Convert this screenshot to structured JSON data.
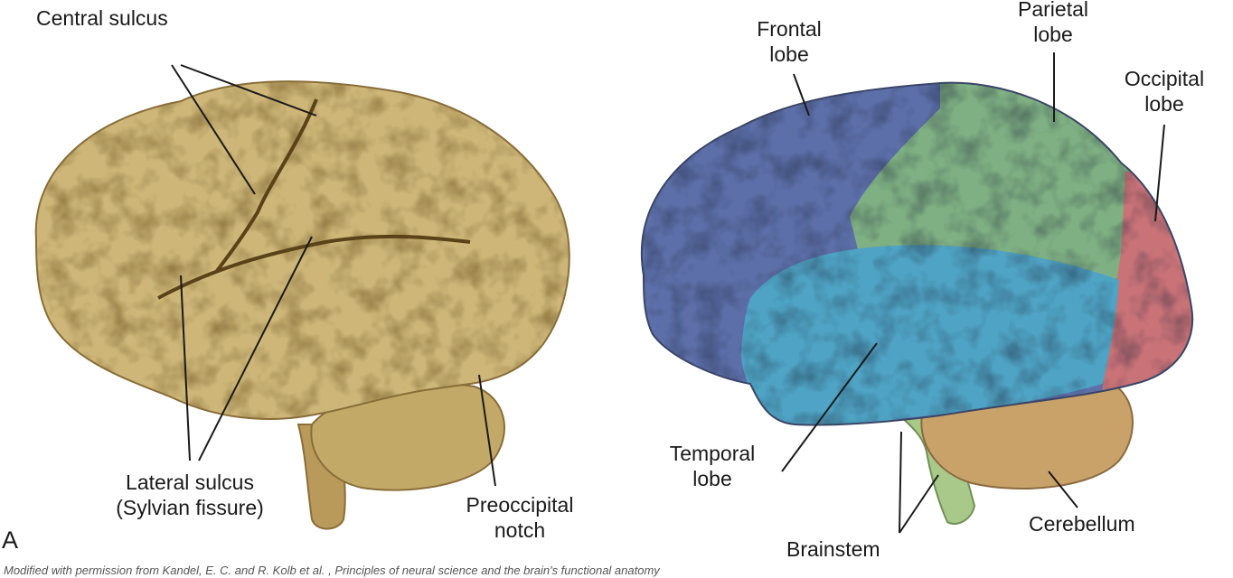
{
  "left_panel": {
    "panel_letter": "A",
    "labels": {
      "central_sulcus": "Central sulcus",
      "lateral_sulcus": [
        "Lateral sulcus",
        "(Sylvian fissure)"
      ],
      "preoccipital_notch": [
        "Preoccipital",
        "notch"
      ]
    },
    "brain_color": "#cdb678"
  },
  "right_panel": {
    "labels": {
      "frontal_lobe": [
        "Frontal",
        "lobe"
      ],
      "parietal_lobe": [
        "Parietal",
        "lobe"
      ],
      "occipital_lobe": [
        "Occipital",
        "lobe"
      ],
      "temporal_lobe": [
        "Temporal",
        "lobe"
      ],
      "brainstem": "Brainstem",
      "cerebellum": "Cerebellum"
    },
    "region_colors": {
      "frontal": "#5c6fa8",
      "parietal": "#7fb083",
      "occipital": "#c97378",
      "temporal": "#4fa3c4",
      "cerebellum": "#c9a26a",
      "brainstem": "#a9c98a"
    }
  },
  "credit": "Modified with permission from Kandel, E. C. and R. Kolb et al. , Principles of neural science and the brain's functional anatomy"
}
